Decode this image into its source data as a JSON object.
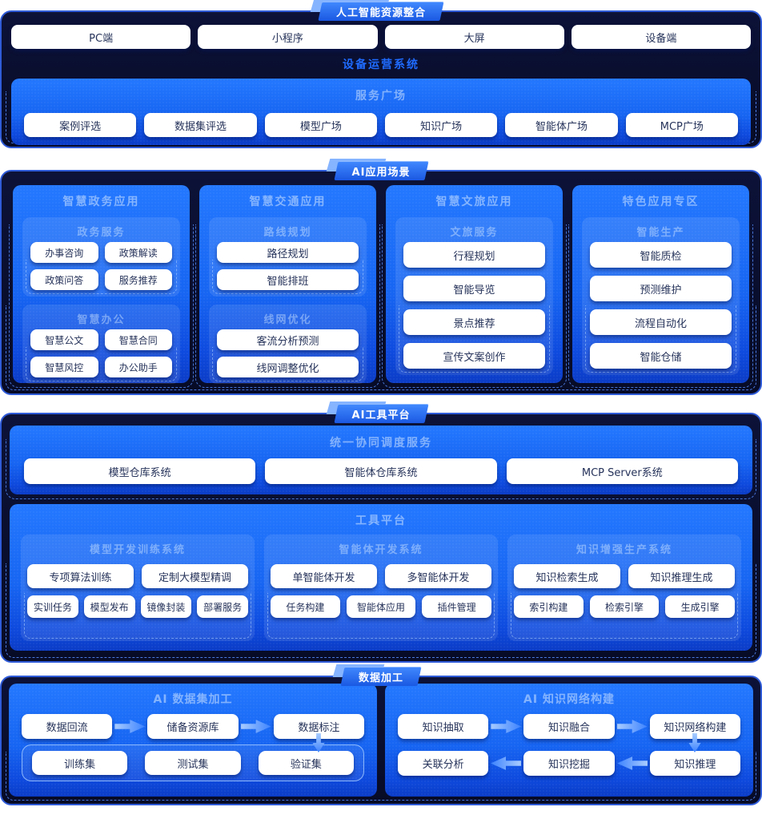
{
  "colors": {
    "badge_blue": "#1f63ea",
    "panel_navy": "#0a0f33",
    "panel_border": "#2f5bd8",
    "card_blue": "#1a6cf5",
    "accent_text": "#1f6bff",
    "dashed_line": "#4d86ff"
  },
  "sections": {
    "resource": {
      "badge": "人工智能资源整合",
      "terminals": [
        "PC端",
        "小程序",
        "大屏",
        "设备端"
      ],
      "system_label": "设备运营系统",
      "plaza": {
        "title": "服务广场",
        "items": [
          "案例评选",
          "数据集评选",
          "模型广场",
          "知识广场",
          "智能体广场",
          "MCP广场"
        ]
      }
    },
    "scenarios": {
      "badge": "AI应用场景",
      "columns": [
        {
          "title": "智慧政务应用",
          "groups": [
            {
              "title": "政务服务",
              "items": [
                "办事咨询",
                "政策解读",
                "政策问答",
                "服务推荐"
              ]
            },
            {
              "title": "智慧办公",
              "items": [
                "智慧公文",
                "智慧合同",
                "智慧风控",
                "办公助手"
              ]
            }
          ]
        },
        {
          "title": "智慧交通应用",
          "groups": [
            {
              "title": "路线规划",
              "items": [
                "路径规划",
                "智能排班"
              ]
            },
            {
              "title": "线网优化",
              "items": [
                "客流分析预测",
                "线网调整优化"
              ]
            }
          ]
        },
        {
          "title": "智慧文旅应用",
          "groups": [
            {
              "title": "文旅服务",
              "items": [
                "行程规划",
                "智能导览",
                "景点推荐",
                "宣传文案创作"
              ]
            }
          ]
        },
        {
          "title": "特色应用专区",
          "groups": [
            {
              "title": "智能生产",
              "items": [
                "智能质检",
                "预测维护",
                "流程自动化",
                "智能仓储"
              ]
            }
          ]
        }
      ]
    },
    "tools": {
      "badge": "AI工具平台",
      "scheduler": {
        "title": "统一协同调度服务",
        "items": [
          "模型仓库系统",
          "智能体仓库系统",
          "MCP Server系统"
        ]
      },
      "platform": {
        "title": "工具平台",
        "columns": [
          {
            "title": "模型开发训练系统",
            "row1": [
              "专项算法训练",
              "定制大模型精调"
            ],
            "row2": [
              "实训任务",
              "模型发布",
              "镜像封装",
              "部署服务"
            ]
          },
          {
            "title": "智能体开发系统",
            "row1": [
              "单智能体开发",
              "多智能体开发"
            ],
            "row2": [
              "任务构建",
              "智能体应用",
              "插件管理"
            ]
          },
          {
            "title": "知识增强生产系统",
            "row1": [
              "知识检索生成",
              "知识推理生成"
            ],
            "row2": [
              "索引构建",
              "检索引擎",
              "生成引擎"
            ]
          }
        ]
      }
    },
    "data_processing": {
      "badge": "数据加工",
      "dataset": {
        "title": "AI 数据集加工",
        "flow": [
          "数据回流",
          "储备资源库",
          "数据标注"
        ],
        "outputs": [
          "训练集",
          "测试集",
          "验证集"
        ]
      },
      "knowledge": {
        "title": "AI 知识网络构建",
        "flow": [
          "知识抽取",
          "知识融合",
          "知识网络构建"
        ],
        "back_flow": [
          "关联分析",
          "知识挖掘",
          "知识推理"
        ]
      }
    }
  }
}
